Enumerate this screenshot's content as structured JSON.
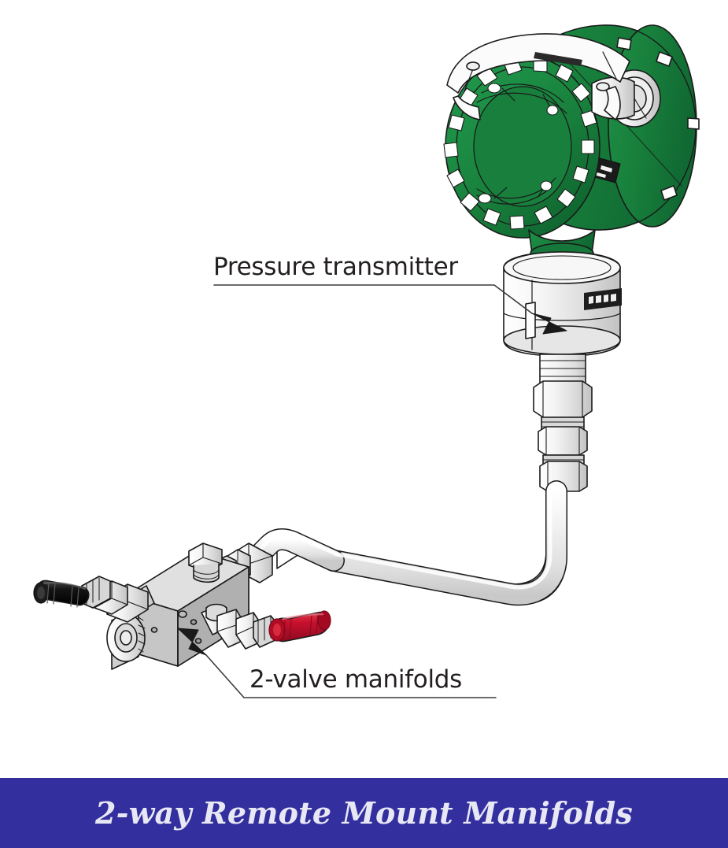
{
  "figure": {
    "caption": "2-way Remote Mount Manifolds",
    "caption_bar_color": "#332f9e",
    "caption_text_color": "#e8e8f5",
    "background_color": "#ffffff",
    "callouts": [
      {
        "id": "pressure-transmitter",
        "text": "Pressure transmitter",
        "leader": "underline-then-diagonal-right",
        "points_to": "sensor-module-nameplate"
      },
      {
        "id": "valve-manifolds",
        "text": "2-valve manifolds",
        "leader": "underline-then-arrow-up-left",
        "points_to": "manifold-body"
      }
    ],
    "components": [
      {
        "name": "electronics-housing",
        "description": "green cylindrical explosion-proof electronics housing with knurled end cap and top carry bracket",
        "color": "#18803c"
      },
      {
        "name": "sensor-module",
        "description": "white cylindrical sensor module with dark nameplate band",
        "color": "#f2f2f2"
      },
      {
        "name": "hex-union-fittings",
        "description": "stacked hex nuts and union connecting sensor module to impulse tubing",
        "color": "#ededed"
      },
      {
        "name": "impulse-tubing",
        "description": "light gray tubing running from the manifold up and over to the transmitter",
        "color": "#eeeeee"
      },
      {
        "name": "manifold-body",
        "description": "two-valve remote mount manifold block",
        "color": "#c9c9c9"
      },
      {
        "name": "black-valve-handle",
        "description": "black ribbed valve handle on the left port",
        "color": "#111111"
      },
      {
        "name": "red-valve-handle",
        "description": "red ribbed valve handle on the right port",
        "color": "#c8102e"
      },
      {
        "name": "hex-vent-plug",
        "description": "hex head plug on top of the manifold body",
        "color": "#d0d0d0"
      },
      {
        "name": "threaded-process-port",
        "description": "threaded process connection boss on the manifold front face",
        "color": "#c4c4c4"
      }
    ]
  }
}
